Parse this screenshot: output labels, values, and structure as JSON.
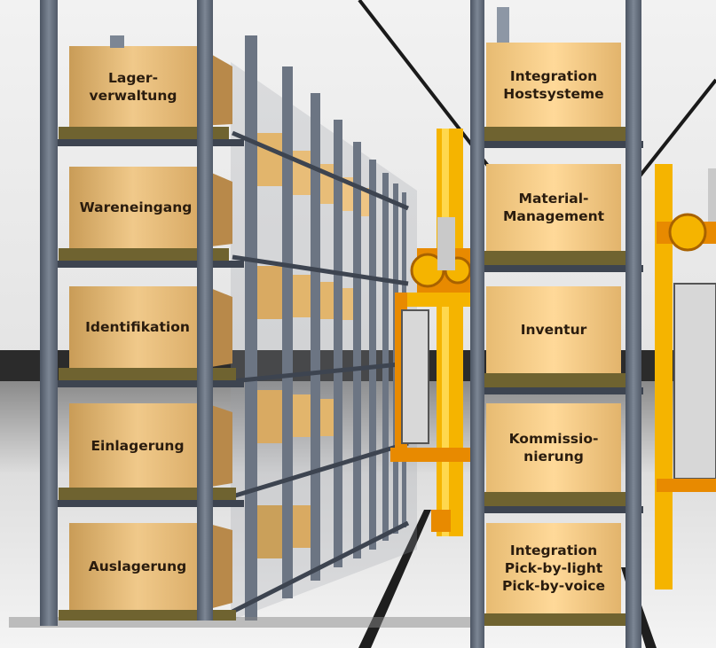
{
  "scene": {
    "subject": "warehouse-racks-with-stacker-crane",
    "colors": {
      "background_wall": "#e9e9e9",
      "floor": "#d6d6d6",
      "floor_stripe": "#1a1a1a",
      "rack_upright": "#5d6775",
      "rack_beam": "#3d4450",
      "carton": "#e3b873",
      "carton_dark": "#b8894a",
      "pallet": "#6f6330",
      "crane_yellow": "#f5b400",
      "crane_orange": "#e88a00"
    }
  },
  "left_rack": {
    "labels": [
      "Lager-\nverwaltung",
      "Wareneingang",
      "Identifikation",
      "Einlagerung",
      "Auslagerung"
    ]
  },
  "right_rack": {
    "labels": [
      "Integration\nHostsysteme",
      "Material-\nManagement",
      "Inventur",
      "Kommissio-\nnierung",
      "Integration\nPick-by-light\nPick-by-voice"
    ]
  }
}
